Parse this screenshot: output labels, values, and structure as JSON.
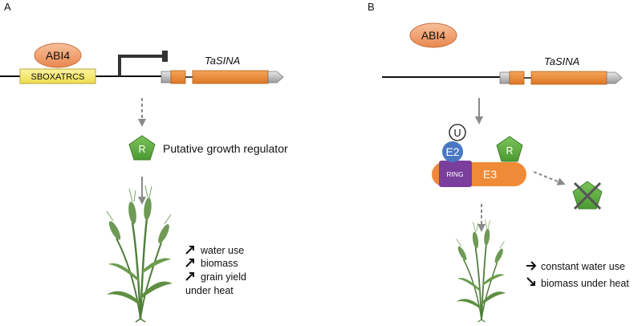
{
  "panel_a": {
    "label": "A",
    "abi4": "ABI4",
    "promoter_element": "SBOXATRCS",
    "gene": "TaSINA",
    "regulator_symbol": "R",
    "regulator_label": "Putative growth regulator",
    "effects": [
      "water use",
      "biomass",
      "grain yield"
    ],
    "effects_suffix": "under heat"
  },
  "panel_b": {
    "label": "B",
    "abi4": "ABI4",
    "gene": "TaSINA",
    "ubiquitin": "U",
    "e2": "E2",
    "ring": "RING",
    "e3": "E3",
    "regulator_symbol": "R",
    "effects": [
      "constant water use",
      "biomass under heat"
    ]
  },
  "colors": {
    "abi4_fill": "#f2a274",
    "exon": "#ef8a37",
    "regulator": "#5aa83f",
    "e2": "#4a77c4",
    "ring": "#7a3e9d",
    "promoter_box": "#f6ec78",
    "arrow_gray": "#8a8a8a"
  },
  "icons": {
    "effect_up": "arrow-up-right-icon",
    "effect_right": "arrow-right-icon",
    "effect_down": "arrow-down-right-icon",
    "degraded": "cross-icon",
    "plant": "wheat-plant-icon"
  }
}
